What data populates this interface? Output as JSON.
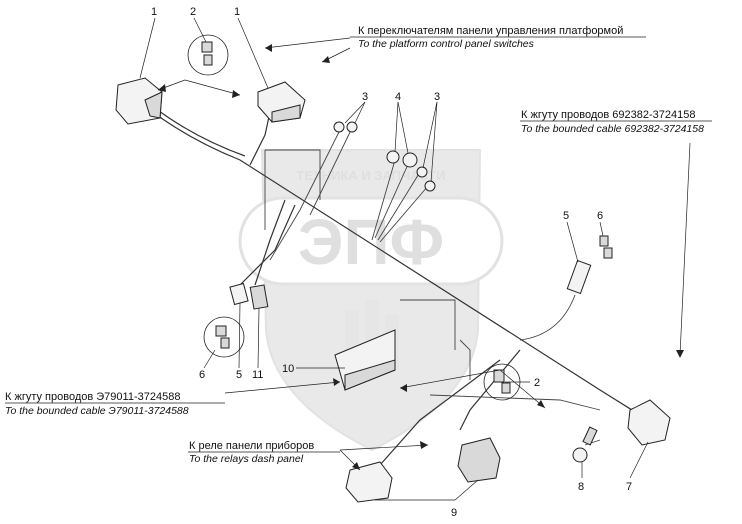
{
  "labels": {
    "platform_ru": "К переключателям панели управления платформой",
    "platform_en": "To the platform control panel switches",
    "cable1_ru": "К жгуту проводов 692382-3724158",
    "cable1_en": "To the bounded cable 692382-3724158",
    "cable2_ru": "К жгуту проводов Э79011-3724588",
    "cable2_en": "To the bounded cable Э79011-3724588",
    "relay_ru": "К реле панели приборов",
    "relay_en": "To the relays dash panel"
  },
  "callouts": {
    "c1a": "1",
    "c2a": "2",
    "c1b": "1",
    "c3a": "3",
    "c4": "4",
    "c3b": "3",
    "c5a": "5",
    "c6a": "6",
    "c6b": "6",
    "c5b": "5",
    "c11": "11",
    "c10": "10",
    "c2b": "2",
    "c8": "8",
    "c7": "7",
    "c9": "9"
  },
  "watermark": {
    "top_text": "ТЕХНИКА И ЗАПЧАСТИ",
    "main_text": "ЭПФ"
  }
}
